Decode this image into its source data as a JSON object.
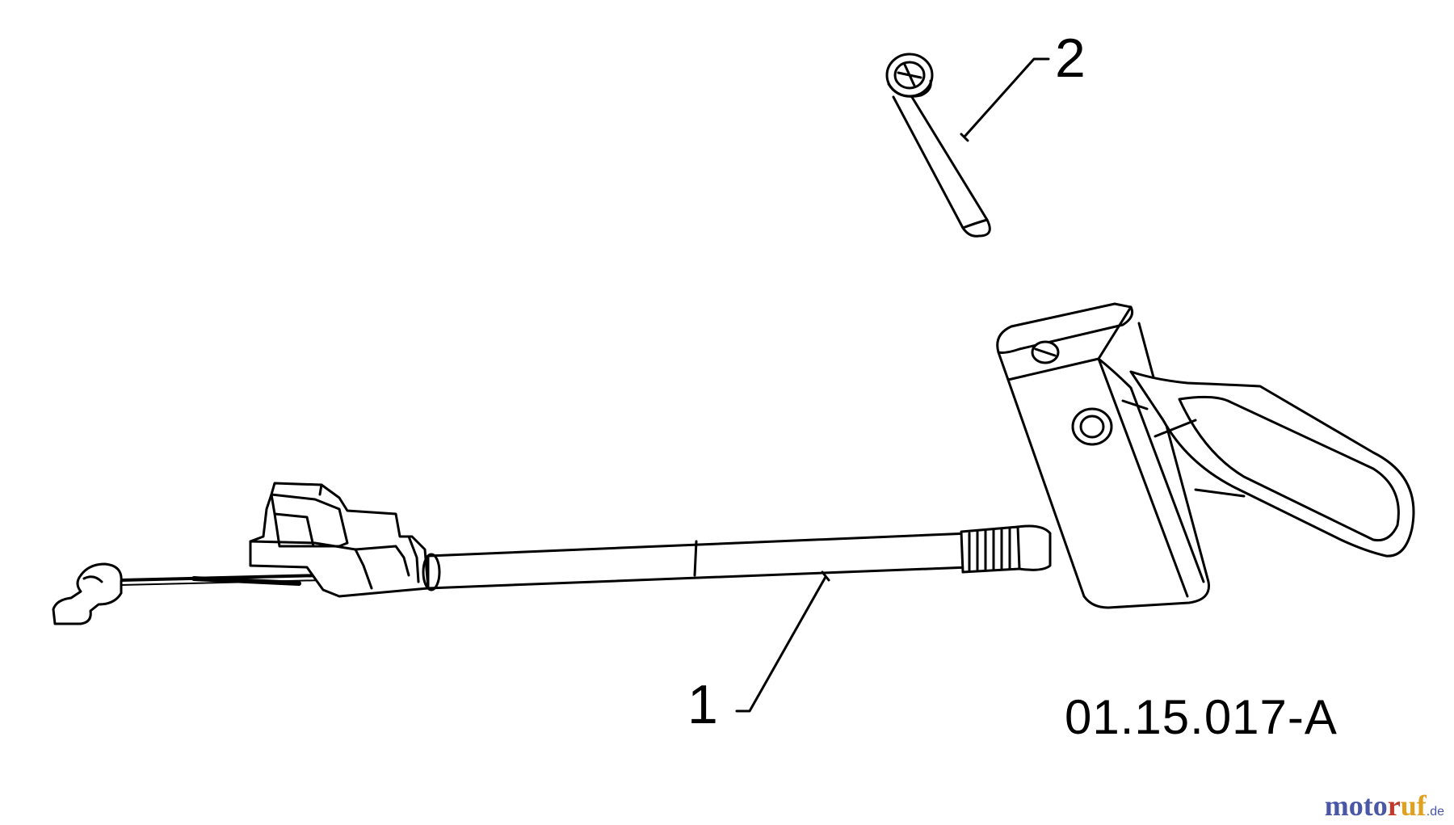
{
  "diagram": {
    "parts": [
      {
        "label": "1",
        "part": "cable-with-lever"
      },
      {
        "label": "2",
        "part": "pin-bolt"
      }
    ],
    "drawing_code": "01.15.017-A"
  },
  "watermark": {
    "parts": [
      {
        "text": "m",
        "color": "#4a56a6"
      },
      {
        "text": "o",
        "color": "#4a56a6"
      },
      {
        "text": "t",
        "color": "#4a56a6"
      },
      {
        "text": "o",
        "color": "#4a56a6"
      },
      {
        "text": "r",
        "color": "#c0392b"
      },
      {
        "text": "u",
        "color": "#e0a020"
      },
      {
        "text": "f",
        "color": "#e0a020"
      }
    ],
    "tld": ".de"
  }
}
